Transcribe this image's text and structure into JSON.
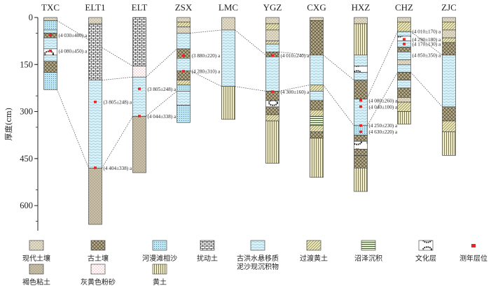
{
  "axis": {
    "ylabel": "厚度(cm)",
    "yticks": [
      0,
      150,
      300,
      450,
      600
    ],
    "ymax": 680
  },
  "layer_types": {
    "modern": {
      "label": "现代土壤",
      "fill": "#e3dcc7",
      "pattern": "dots"
    },
    "paleosol": {
      "label": "古土壤",
      "fill": "#b9ae8c",
      "pattern": "crosshatch"
    },
    "sand": {
      "label": "河漫滩相沙",
      "fill": "#bde6f0",
      "pattern": "smalldots"
    },
    "disturbed": {
      "label": "扰动土",
      "fill": "#ffffff",
      "pattern": "brick"
    },
    "flood": {
      "label": "古洪水悬移质泥沙现沉积物",
      "fill": "#d7f1f8",
      "pattern": "waves"
    },
    "transition": {
      "label": "过渡黄土",
      "fill": "#ece7b8",
      "pattern": "diagonal"
    },
    "swamp": {
      "label": "沼泽沉积",
      "fill": "#e3efce",
      "pattern": "hlines"
    },
    "culture": {
      "label": "文化层",
      "fill": "#ffffff",
      "pattern": "ring"
    },
    "dating": {
      "label": "测年层位",
      "fill": "#ee2222",
      "pattern": "square"
    },
    "brownclay": {
      "label": "褐色粘土",
      "fill": "#c8bfa6",
      "pattern": "dots"
    },
    "silt": {
      "label": "灰黄色粉砂",
      "fill": "#ffffff",
      "pattern": "reddots"
    },
    "loess": {
      "label": "黄土",
      "fill": "#f1edc6",
      "pattern": "vlines"
    }
  },
  "columns": [
    {
      "name": "TXC",
      "layers": [
        {
          "top": 0,
          "bottom": 10,
          "type": "modern"
        },
        {
          "top": 10,
          "bottom": 40,
          "type": "sand"
        },
        {
          "top": 40,
          "bottom": 50,
          "type": "flood"
        },
        {
          "top": 50,
          "bottom": 65,
          "type": "paleosol"
        },
        {
          "top": 65,
          "bottom": 100,
          "type": "flood"
        },
        {
          "top": 100,
          "bottom": 120,
          "type": "culture"
        },
        {
          "top": 120,
          "bottom": 140,
          "type": "flood"
        },
        {
          "top": 140,
          "bottom": 175,
          "type": "paleosol"
        },
        {
          "top": 175,
          "bottom": 230,
          "type": "sand"
        }
      ],
      "dates": [
        {
          "depth": 57,
          "label": "(4 030±400) a"
        },
        {
          "depth": 107,
          "label": "(4 080±450) a"
        }
      ]
    },
    {
      "name": "ELT1",
      "layers": [
        {
          "top": 0,
          "bottom": 20,
          "type": "modern"
        },
        {
          "top": 20,
          "bottom": 200,
          "type": "disturbed"
        },
        {
          "top": 200,
          "bottom": 480,
          "type": "flood"
        },
        {
          "top": 480,
          "bottom": 660,
          "type": "brownclay"
        }
      ],
      "dates": [
        {
          "depth": 270,
          "label": "(3 805±248) a"
        },
        {
          "depth": 480,
          "label": "(4 404±338) a"
        }
      ]
    },
    {
      "name": "ELT",
      "layers": [
        {
          "top": 0,
          "bottom": 155,
          "type": "disturbed"
        },
        {
          "top": 155,
          "bottom": 190,
          "type": "silt"
        },
        {
          "top": 190,
          "bottom": 315,
          "type": "flood"
        },
        {
          "top": 315,
          "bottom": 495,
          "type": "brownclay"
        }
      ],
      "dates": [
        {
          "depth": 228,
          "label": "(3 805±248) a"
        },
        {
          "depth": 315,
          "label": "(4 044±338) a"
        }
      ]
    },
    {
      "name": "ZSX",
      "layers": [
        {
          "top": 0,
          "bottom": 15,
          "type": "modern"
        },
        {
          "top": 15,
          "bottom": 30,
          "type": "transition"
        },
        {
          "top": 30,
          "bottom": 50,
          "type": "modern"
        },
        {
          "top": 50,
          "bottom": 100,
          "type": "flood"
        },
        {
          "top": 100,
          "bottom": 130,
          "type": "paleosol"
        },
        {
          "top": 130,
          "bottom": 170,
          "type": "flood"
        },
        {
          "top": 170,
          "bottom": 200,
          "type": "paleosol"
        },
        {
          "top": 200,
          "bottom": 215,
          "type": "transition"
        },
        {
          "top": 215,
          "bottom": 235,
          "type": "sand"
        },
        {
          "top": 235,
          "bottom": 280,
          "type": "flood"
        },
        {
          "top": 280,
          "bottom": 335,
          "type": "sand"
        }
      ],
      "dates": [
        {
          "depth": 122,
          "label": "(3 880±220) a"
        },
        {
          "depth": 172,
          "label": "(4 280±310) a"
        }
      ]
    },
    {
      "name": "LMC",
      "layers": [
        {
          "top": 0,
          "bottom": 40,
          "type": "modern"
        },
        {
          "top": 40,
          "bottom": 220,
          "type": "flood"
        },
        {
          "top": 220,
          "bottom": 325,
          "type": "loess"
        }
      ],
      "dates": []
    },
    {
      "name": "YGZ",
      "layers": [
        {
          "top": 0,
          "bottom": 20,
          "type": "modern"
        },
        {
          "top": 20,
          "bottom": 40,
          "type": "transition"
        },
        {
          "top": 40,
          "bottom": 75,
          "type": "modern"
        },
        {
          "top": 75,
          "bottom": 85,
          "type": "transition"
        },
        {
          "top": 85,
          "bottom": 110,
          "type": "flood"
        },
        {
          "top": 110,
          "bottom": 125,
          "type": "paleosol"
        },
        {
          "top": 125,
          "bottom": 235,
          "type": "flood"
        },
        {
          "top": 235,
          "bottom": 265,
          "type": "paleosol"
        },
        {
          "top": 265,
          "bottom": 285,
          "type": "culture"
        },
        {
          "top": 285,
          "bottom": 310,
          "type": "paleosol"
        },
        {
          "top": 310,
          "bottom": 330,
          "type": "transition"
        },
        {
          "top": 330,
          "bottom": 465,
          "type": "loess"
        }
      ],
      "dates": [
        {
          "depth": 122,
          "label": "(4 010±240) a"
        },
        {
          "depth": 237,
          "label": "(4 300±160) a"
        }
      ]
    },
    {
      "name": "CXG",
      "layers": [
        {
          "top": 0,
          "bottom": 10,
          "type": "modern"
        },
        {
          "top": 10,
          "bottom": 120,
          "type": "paleosol"
        },
        {
          "top": 120,
          "bottom": 215,
          "type": "flood"
        },
        {
          "top": 215,
          "bottom": 235,
          "type": "transition"
        },
        {
          "top": 235,
          "bottom": 265,
          "type": "flood"
        },
        {
          "top": 265,
          "bottom": 295,
          "type": "paleosol"
        },
        {
          "top": 295,
          "bottom": 315,
          "type": "transition"
        },
        {
          "top": 315,
          "bottom": 345,
          "type": "swamp"
        },
        {
          "top": 345,
          "bottom": 365,
          "type": "transition"
        },
        {
          "top": 365,
          "bottom": 385,
          "type": "paleosol"
        },
        {
          "top": 385,
          "bottom": 510,
          "type": "loess"
        }
      ],
      "dates": []
    },
    {
      "name": "HXZ",
      "layers": [
        {
          "top": 0,
          "bottom": 20,
          "type": "modern"
        },
        {
          "top": 20,
          "bottom": 120,
          "type": "loess"
        },
        {
          "top": 120,
          "bottom": 155,
          "type": "flood"
        },
        {
          "top": 155,
          "bottom": 175,
          "type": "culture"
        },
        {
          "top": 175,
          "bottom": 200,
          "type": "flood"
        },
        {
          "top": 200,
          "bottom": 260,
          "type": "paleosol"
        },
        {
          "top": 260,
          "bottom": 345,
          "type": "flood"
        },
        {
          "top": 345,
          "bottom": 375,
          "type": "sand"
        },
        {
          "top": 375,
          "bottom": 395,
          "type": "paleosol"
        },
        {
          "top": 395,
          "bottom": 420,
          "type": "culture"
        },
        {
          "top": 420,
          "bottom": 440,
          "type": "paleosol"
        },
        {
          "top": 440,
          "bottom": 480,
          "type": "paleosol"
        },
        {
          "top": 480,
          "bottom": 555,
          "type": "loess"
        }
      ],
      "dates": [
        {
          "depth": 265,
          "label": "(4 080±260) a"
        },
        {
          "depth": 285,
          "label": "(4 040±100) a"
        },
        {
          "depth": 345,
          "label": "(4 250±230) a"
        },
        {
          "depth": 365,
          "label": "(4 630±220) a"
        }
      ]
    },
    {
      "name": "CHZ",
      "layers": [
        {
          "top": 0,
          "bottom": 15,
          "type": "modern"
        },
        {
          "top": 15,
          "bottom": 45,
          "type": "transition"
        },
        {
          "top": 45,
          "bottom": 60,
          "type": "flood"
        },
        {
          "top": 60,
          "bottom": 75,
          "type": "culture"
        },
        {
          "top": 75,
          "bottom": 95,
          "type": "flood"
        },
        {
          "top": 95,
          "bottom": 110,
          "type": "paleosol"
        },
        {
          "top": 110,
          "bottom": 135,
          "type": "flood"
        },
        {
          "top": 135,
          "bottom": 150,
          "type": "modern"
        },
        {
          "top": 150,
          "bottom": 175,
          "type": "flood"
        },
        {
          "top": 175,
          "bottom": 200,
          "type": "paleosol"
        },
        {
          "top": 200,
          "bottom": 225,
          "type": "flood"
        },
        {
          "top": 225,
          "bottom": 255,
          "type": "paleosol"
        },
        {
          "top": 255,
          "bottom": 270,
          "type": "modern"
        },
        {
          "top": 270,
          "bottom": 300,
          "type": "transition"
        },
        {
          "top": 300,
          "bottom": 340,
          "type": "loess"
        }
      ],
      "dates": [
        {
          "depth": 70,
          "label": "(4 290±180) a"
        },
        {
          "depth": 85,
          "label": "(4 170±130) a"
        }
      ],
      "extra_labels": [
        {
          "depth": 45,
          "label": "(4 010±170) a"
        },
        {
          "depth": 120,
          "label": "(4 850±350) a"
        }
      ]
    },
    {
      "name": "ZJC",
      "layers": [
        {
          "top": 0,
          "bottom": 15,
          "type": "modern"
        },
        {
          "top": 15,
          "bottom": 40,
          "type": "transition"
        },
        {
          "top": 40,
          "bottom": 65,
          "type": "modern"
        },
        {
          "top": 65,
          "bottom": 80,
          "type": "transition"
        },
        {
          "top": 80,
          "bottom": 120,
          "type": "paleosol"
        },
        {
          "top": 120,
          "bottom": 285,
          "type": "flood"
        },
        {
          "top": 285,
          "bottom": 330,
          "type": "paleosol"
        },
        {
          "top": 330,
          "bottom": 365,
          "type": "transition"
        },
        {
          "top": 365,
          "bottom": 440,
          "type": "loess"
        }
      ],
      "dates": []
    }
  ],
  "correlations": [
    [
      [
        0,
        10
      ],
      [
        2,
        155
      ]
    ],
    [
      [
        0,
        230
      ],
      [
        1,
        480
      ]
    ],
    [
      [
        1,
        200
      ],
      [
        2,
        190
      ]
    ],
    [
      [
        1,
        480
      ],
      [
        2,
        315
      ]
    ],
    [
      [
        2,
        190
      ],
      [
        3,
        100
      ]
    ],
    [
      [
        2,
        315
      ],
      [
        3,
        235
      ]
    ],
    [
      [
        3,
        50
      ],
      [
        4,
        40
      ]
    ],
    [
      [
        3,
        170
      ],
      [
        4,
        220
      ]
    ],
    [
      [
        4,
        40
      ],
      [
        5,
        120
      ]
    ],
    [
      [
        4,
        220
      ],
      [
        5,
        235
      ]
    ],
    [
      [
        5,
        110
      ],
      [
        6,
        120
      ]
    ],
    [
      [
        5,
        235
      ],
      [
        6,
        215
      ]
    ],
    [
      [
        6,
        120
      ],
      [
        7,
        200
      ]
    ],
    [
      [
        6,
        215
      ],
      [
        7,
        345
      ]
    ],
    [
      [
        7,
        255
      ],
      [
        8,
        45
      ]
    ],
    [
      [
        7,
        345
      ],
      [
        8,
        175
      ]
    ],
    [
      [
        8,
        45
      ],
      [
        9,
        120
      ]
    ],
    [
      [
        8,
        175
      ],
      [
        9,
        285
      ]
    ]
  ],
  "legend": [
    [
      "modern",
      "paleosol",
      "sand",
      "disturbed",
      "flood",
      "transition",
      "swamp",
      "culture",
      "dating"
    ],
    [
      "brownclay",
      "silt",
      "loess"
    ]
  ]
}
